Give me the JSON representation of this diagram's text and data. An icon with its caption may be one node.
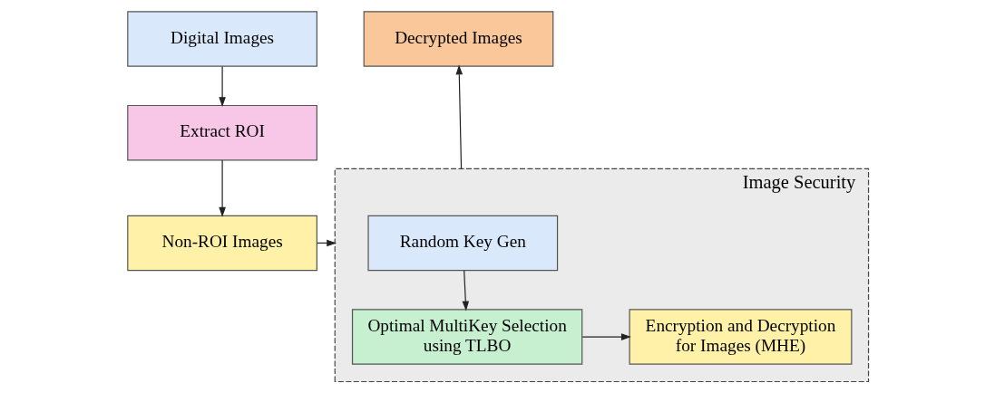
{
  "diagram": {
    "nodes": [
      {
        "text": [
          "Digital Images"
        ]
      },
      {
        "text": [
          "Extract ROI"
        ]
      },
      {
        "text": [
          "Non-ROI Images"
        ]
      },
      {
        "text": [
          "Decrypted Images"
        ]
      },
      {
        "text": [
          "Image Security"
        ]
      },
      {
        "text": [
          "Random Key Gen"
        ],
        "in": 4
      },
      {
        "text": [
          "Optimal MultiKey Selection using TLBO"
        ],
        "in": 4
      },
      {
        "text": [
          "Encryption and Decryption for Images (MHE)"
        ],
        "in": 4
      }
    ],
    "edges": [
      {
        "from": 0,
        "to": 1,
        "arrow": "to"
      },
      {
        "from": 1,
        "to": 2,
        "arrow": "to"
      },
      {
        "from": 2,
        "to": 4,
        "arrow": "to"
      },
      {
        "from": 4,
        "to": 3,
        "arrow": "to"
      },
      {
        "from": 5,
        "to": 6,
        "arrow": "to"
      },
      {
        "from": 6,
        "to": 7,
        "arrow": "to"
      }
    ]
  }
}
